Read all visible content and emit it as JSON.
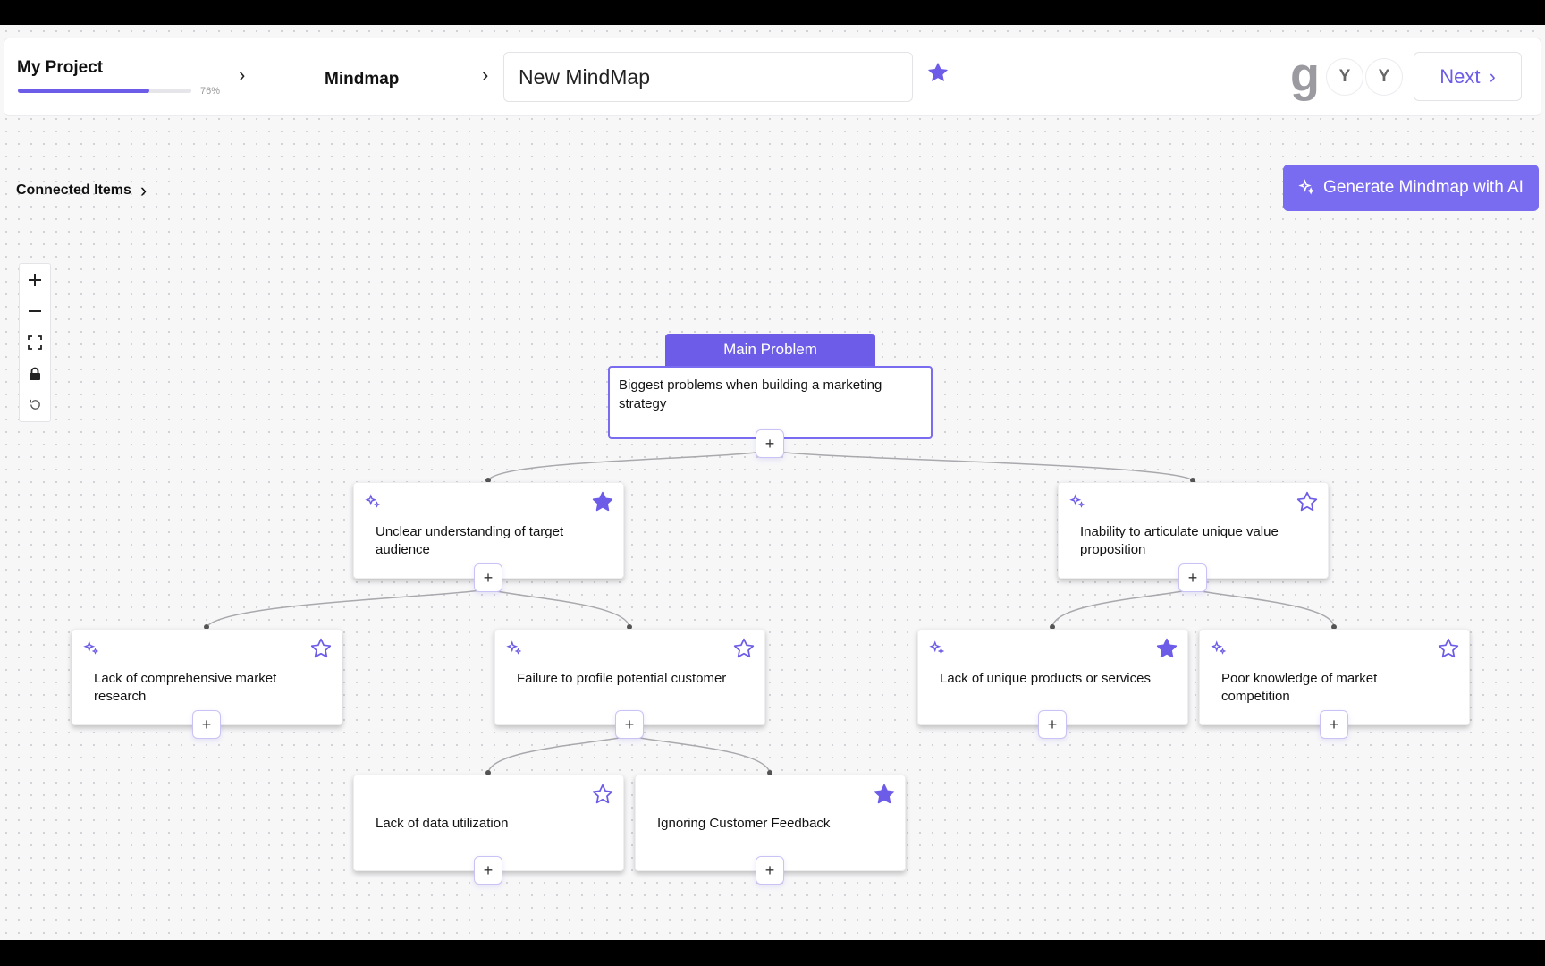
{
  "header": {
    "project_title": "My Project",
    "progress_percent": 76,
    "progress_label": "76%",
    "breadcrumb": "Mindmap",
    "mindmap_title": "New MindMap",
    "avatars": [
      "Y",
      "Y"
    ],
    "next_label": "Next"
  },
  "toolbar": {
    "connected_items_label": "Connected Items",
    "generate_label": "Generate Mindmap with AI"
  },
  "zoom_controls": [
    "plus-icon",
    "minus-icon",
    "fit-view-icon",
    "lock-icon",
    "reset-icon"
  ],
  "mindmap": {
    "main_label": "Main Problem",
    "main_text": "Biggest problems when building a marketing strategy",
    "nodes": [
      {
        "text": "Unclear understanding of target audience",
        "starred": true,
        "sparkle": true
      },
      {
        "text": "Inability to articulate unique value proposition",
        "starred": false,
        "sparkle": true
      },
      {
        "text": "Lack of comprehensive market research",
        "starred": false,
        "sparkle": true
      },
      {
        "text": "Failure to profile potential customer",
        "starred": false,
        "sparkle": true
      },
      {
        "text": "Lack of unique products or services",
        "starred": true,
        "sparkle": true
      },
      {
        "text": "Poor knowledge of market competition",
        "starred": false,
        "sparkle": true
      },
      {
        "text": "Lack of data utilization",
        "starred": false,
        "sparkle": false
      },
      {
        "text": "Ignoring Customer Feedback",
        "starred": true,
        "sparkle": false
      }
    ]
  },
  "colors": {
    "accent": "#6c5ce7",
    "accent_light": "#7a6cf0",
    "edge": "#a9a9ad"
  }
}
